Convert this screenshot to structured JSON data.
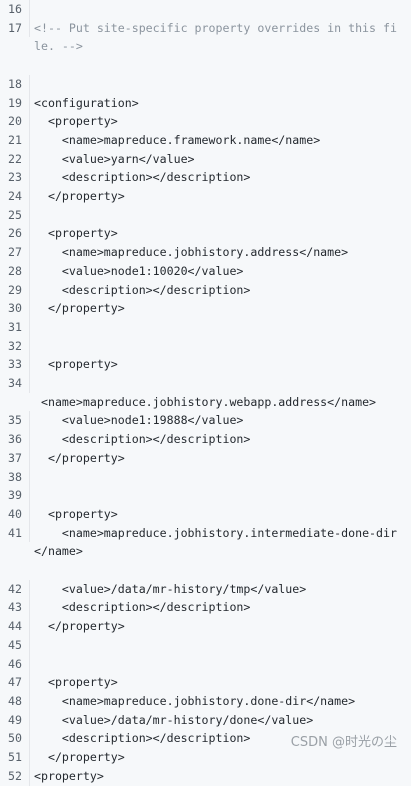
{
  "lines": [
    {
      "n": "16",
      "t": ""
    },
    {
      "n": "17",
      "t": "<!-- Put site-specific property overrides in this file. -->",
      "comment": true
    },
    {
      "n": "",
      "t": ""
    },
    {
      "n": "18",
      "t": ""
    },
    {
      "n": "19",
      "t": "<configuration>"
    },
    {
      "n": "20",
      "t": "  <property>"
    },
    {
      "n": "21",
      "t": "    <name>mapreduce.framework.name</name>"
    },
    {
      "n": "22",
      "t": "    <value>yarn</value>"
    },
    {
      "n": "23",
      "t": "    <description></description>"
    },
    {
      "n": "24",
      "t": "  </property>"
    },
    {
      "n": "25",
      "t": ""
    },
    {
      "n": "26",
      "t": "  <property>"
    },
    {
      "n": "27",
      "t": "    <name>mapreduce.jobhistory.address</name>"
    },
    {
      "n": "28",
      "t": "    <value>node1:10020</value>"
    },
    {
      "n": "29",
      "t": "    <description></description>"
    },
    {
      "n": "30",
      "t": "  </property>"
    },
    {
      "n": "31",
      "t": ""
    },
    {
      "n": "32",
      "t": ""
    },
    {
      "n": "33",
      "t": "  <property>"
    },
    {
      "n": "34",
      "t": ""
    },
    {
      "n": "",
      "t": " <name>mapreduce.jobhistory.webapp.address</name>"
    },
    {
      "n": "35",
      "t": "    <value>node1:19888</value>"
    },
    {
      "n": "36",
      "t": "    <description></description>"
    },
    {
      "n": "37",
      "t": "  </property>"
    },
    {
      "n": "38",
      "t": ""
    },
    {
      "n": "39",
      "t": ""
    },
    {
      "n": "40",
      "t": "  <property>"
    },
    {
      "n": "41",
      "t": "    <name>mapreduce.jobhistory.intermediate-done-dir</name>"
    },
    {
      "n": "",
      "t": ""
    },
    {
      "n": "42",
      "t": "    <value>/data/mr-history/tmp</value>"
    },
    {
      "n": "43",
      "t": "    <description></description>"
    },
    {
      "n": "44",
      "t": "  </property>"
    },
    {
      "n": "45",
      "t": ""
    },
    {
      "n": "46",
      "t": ""
    },
    {
      "n": "47",
      "t": "  <property>"
    },
    {
      "n": "48",
      "t": "    <name>mapreduce.jobhistory.done-dir</name>"
    },
    {
      "n": "49",
      "t": "    <value>/data/mr-history/done</value>"
    },
    {
      "n": "50",
      "t": "    <description></description>"
    },
    {
      "n": "51",
      "t": "  </property>"
    },
    {
      "n": "52",
      "t": "<property>"
    }
  ],
  "watermark": "CSDN @时光の尘"
}
